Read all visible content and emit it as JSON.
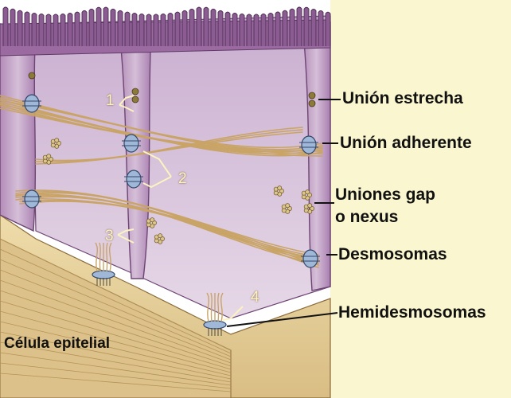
{
  "labels": {
    "tight_junction": "Unión estrecha",
    "adherens_junction": "Unión adherente",
    "gap_junction_line1": "Uniones gap",
    "gap_junction_line2": "o nexus",
    "desmosomes": "Desmosomas",
    "hemidesmosomes": "Hemidesmosomas",
    "epithelial_cell": "Célula epitelial"
  },
  "numbers": {
    "n1": "1",
    "n2": "2",
    "n3": "3",
    "n4": "4"
  },
  "colors": {
    "background": "#ffffff",
    "right_panel": "#faf6cf",
    "cell": "#b48cb8",
    "cell_dark": "#7f5386",
    "microvilli": "#8a5c91",
    "filaments": "#c9a467",
    "basal_lamina": "#e8d2a0",
    "plaque": "#9fb8d8",
    "gap_dots": "#dcc58c"
  }
}
